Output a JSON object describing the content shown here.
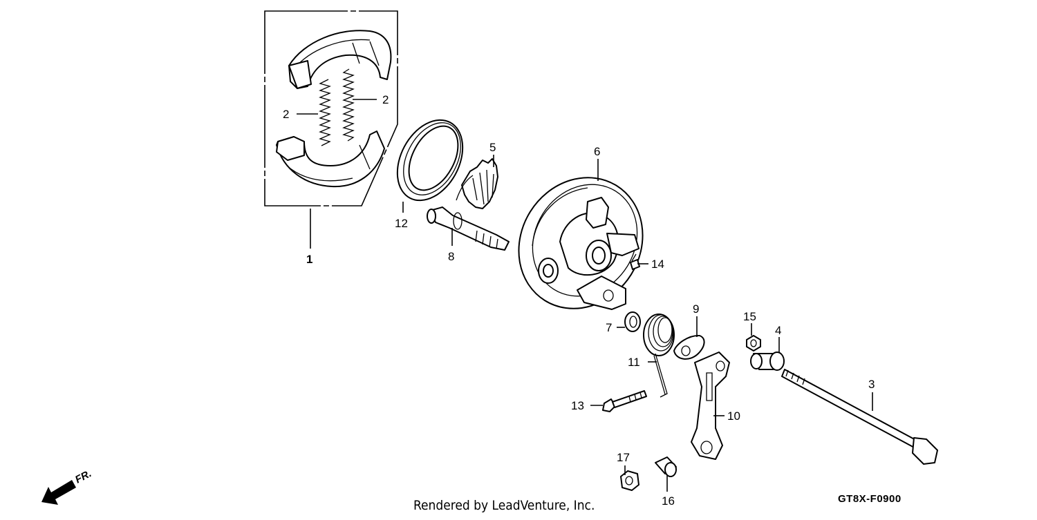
{
  "diagram": {
    "code": "GT8X-F0900",
    "credit": "Rendered by LeadVenture, Inc.",
    "direction_label": "FR.",
    "colors": {
      "ink": "#000000",
      "paper": "#ffffff"
    },
    "callouts": {
      "p1": "1",
      "p2a": "2",
      "p2b": "2",
      "p3": "3",
      "p4": "4",
      "p5": "5",
      "p6": "6",
      "p7": "7",
      "p8": "8",
      "p9": "9",
      "p10": "10",
      "p11": "11",
      "p12": "12",
      "p13": "13",
      "p14": "14",
      "p15": "15",
      "p16": "16",
      "p17": "17"
    }
  }
}
